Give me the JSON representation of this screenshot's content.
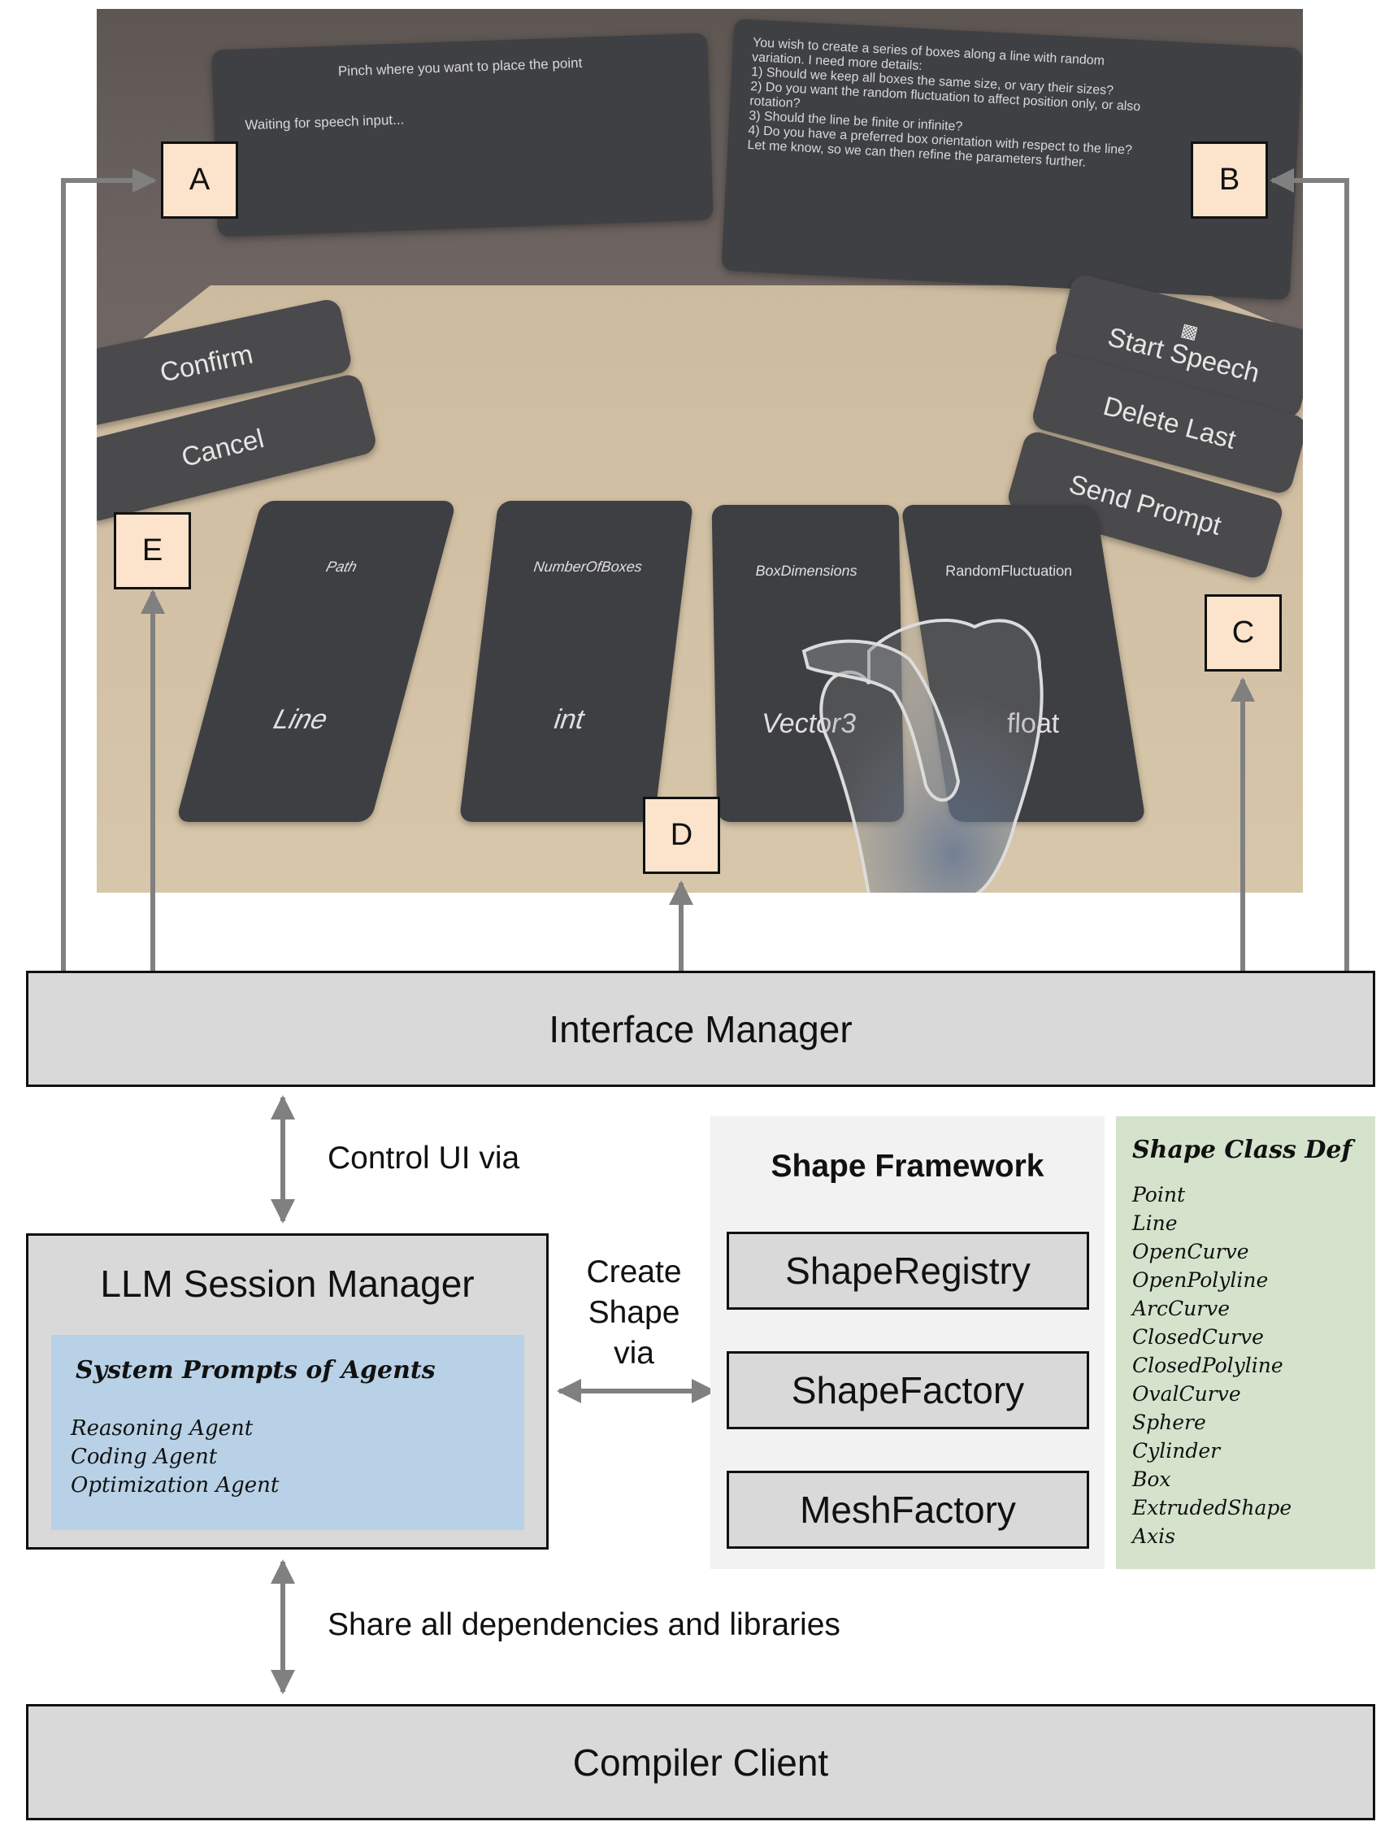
{
  "vr_screenshot": {
    "status_panel": {
      "title": "Pinch where you want to place the point",
      "body": "Waiting for speech input..."
    },
    "assistant_panel": {
      "lines": [
        "You wish to create a series of boxes along a line with random",
        "variation. I need more details:",
        "1) Should we keep all boxes the same size, or vary their sizes?",
        "2) Do you want the random fluctuation to affect position only, or also",
        "rotation?",
        "3) Should the line be finite or infinite?",
        "4) Do you have a preferred box orientation with respect to the line?",
        "Let me know, so we can then refine the parameters further."
      ]
    },
    "buttons": {
      "confirm": "Confirm",
      "cancel": "Cancel",
      "start_speech": "Start Speech",
      "delete_last": "Delete Last",
      "send_prompt": "Send Prompt",
      "start_speech_icon": "speech-bubble-icon"
    },
    "parameters": [
      {
        "name": "Path",
        "type": "Line"
      },
      {
        "name": "NumberOfBoxes",
        "type": "int"
      },
      {
        "name": "BoxDimensions",
        "type": "Vector3"
      },
      {
        "name": "RandomFluctuation",
        "type": "float"
      }
    ]
  },
  "labels": {
    "a": "A",
    "b": "B",
    "c": "C",
    "d": "D",
    "e": "E"
  },
  "diagram": {
    "interface_manager": "Interface Manager",
    "control_note": "Control UI via",
    "llm_session_manager": {
      "title": "LLM Session Manager",
      "prompts_title": "System Prompts of Agents",
      "agents": [
        "Reasoning Agent",
        "Coding Agent",
        "Optimization Agent"
      ]
    },
    "create_note": [
      "Create",
      "Shape",
      "via"
    ],
    "shape_framework": {
      "title": "Shape Framework",
      "items": [
        "ShapeRegistry",
        "ShapeFactory",
        "MeshFactory"
      ]
    },
    "shape_class_def": {
      "title": "Shape Class Def",
      "items": [
        "Point",
        "Line",
        "OpenCurve",
        "OpenPolyline",
        "ArcCurve",
        "ClosedCurve",
        "ClosedPolyline",
        "OvalCurve",
        "Sphere",
        "Cylinder",
        "Box",
        "ExtrudedShape",
        "Axis"
      ]
    },
    "share_note": "Share all dependencies and libraries",
    "compiler_client": "Compiler Client"
  },
  "colors": {
    "label_fill": "#fbe3cc",
    "box_gray": "#d9d9d9",
    "prompts_blue": "#b8d1e6",
    "classdef_green": "#d5e3cc",
    "framework_bg": "#f2f2f2",
    "arrow_gray": "#808080"
  }
}
